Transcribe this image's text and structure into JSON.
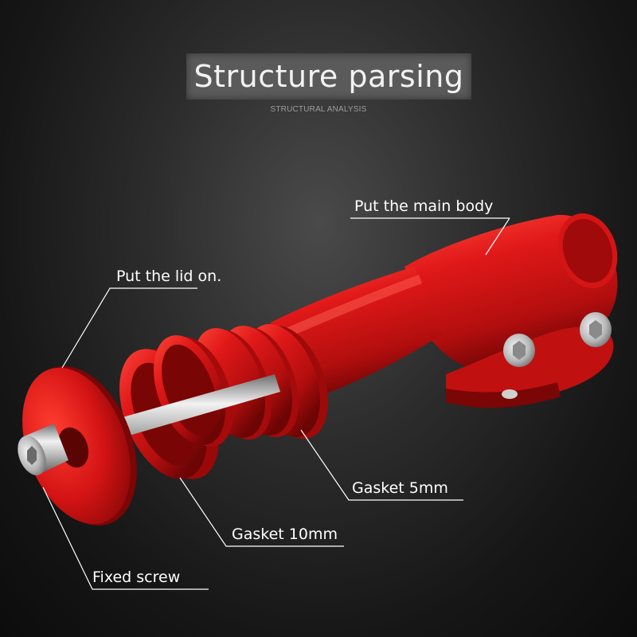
{
  "header": {
    "title": "Structure parsing",
    "subtitle": "STRUCTURAL ANALYSIS"
  },
  "callouts": {
    "main_body": "Put the main body",
    "lid": "Put the lid on.",
    "gasket_5mm": "Gasket 5mm",
    "gasket_10mm": "Gasket 10mm",
    "fixed_screw": "Fixed screw"
  },
  "colors": {
    "part_red": "#e01818",
    "part_red_dark": "#8e0808",
    "bolt_steel": "#c8c8c8",
    "background": "#2a2a2a",
    "title_box": "#5a5a5a"
  }
}
